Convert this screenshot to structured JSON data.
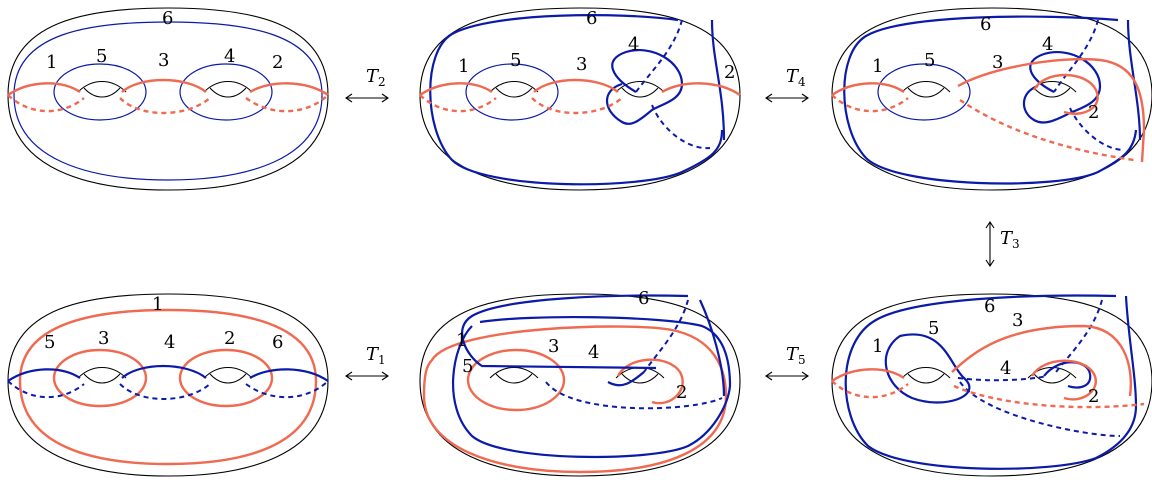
{
  "panels": [
    {
      "labels": [
        "6",
        "1",
        "5",
        "3",
        "4",
        "2"
      ]
    },
    {
      "labels": [
        "6",
        "1",
        "5",
        "3",
        "4",
        "2"
      ]
    },
    {
      "labels": [
        "6",
        "1",
        "5",
        "3",
        "4",
        "2"
      ]
    },
    {
      "labels": [
        "1",
        "5",
        "3",
        "4",
        "2",
        "6"
      ]
    },
    {
      "labels": [
        "6",
        "1",
        "5",
        "3",
        "4",
        "2"
      ]
    },
    {
      "labels": [
        "6",
        "3",
        "5",
        "1",
        "4",
        "2"
      ]
    }
  ],
  "transitions": [
    {
      "letter": "T",
      "sub": "2"
    },
    {
      "letter": "T",
      "sub": "4"
    },
    {
      "letter": "T",
      "sub": "3"
    },
    {
      "letter": "T",
      "sub": "1"
    },
    {
      "letter": "T",
      "sub": "5"
    }
  ],
  "colors": {
    "red_curve": "#ef6a50",
    "blue_curve": "#0b1aa8"
  }
}
